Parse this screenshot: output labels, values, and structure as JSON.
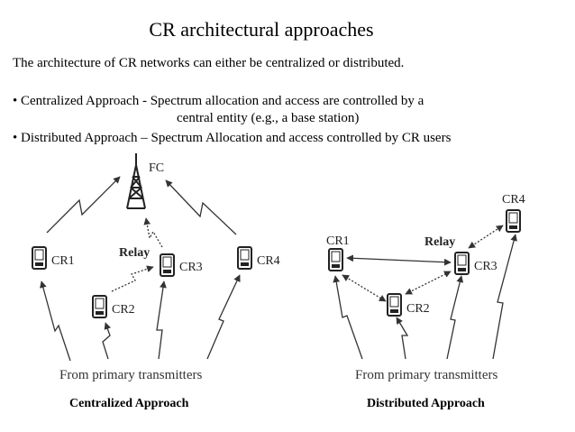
{
  "title": "CR architectural approaches",
  "intro": "The architecture of CR networks can either be centralized or distributed.",
  "bullets": [
    {
      "text": "• Centralized Approach - Spectrum allocation and access are controlled by a",
      "continuation": "central entity (e.g., a base station)"
    },
    {
      "text": "• Distributed Approach – Spectrum Allocation and access controlled by CR users"
    }
  ],
  "centralized": {
    "tower_label": "FC",
    "relay_label": "Relay",
    "nodes": [
      "CR1",
      "CR2",
      "CR3",
      "CR4"
    ],
    "source_label": "From primary transmitters",
    "caption": "Centralized Approach"
  },
  "distributed": {
    "relay_label": "Relay",
    "nodes": [
      "CR1",
      "CR2",
      "CR3",
      "CR4"
    ],
    "source_label": "From primary transmitters",
    "caption": "Distributed Approach"
  },
  "colors": {
    "line": "#333333",
    "text": "#000000",
    "background": "#ffffff"
  }
}
